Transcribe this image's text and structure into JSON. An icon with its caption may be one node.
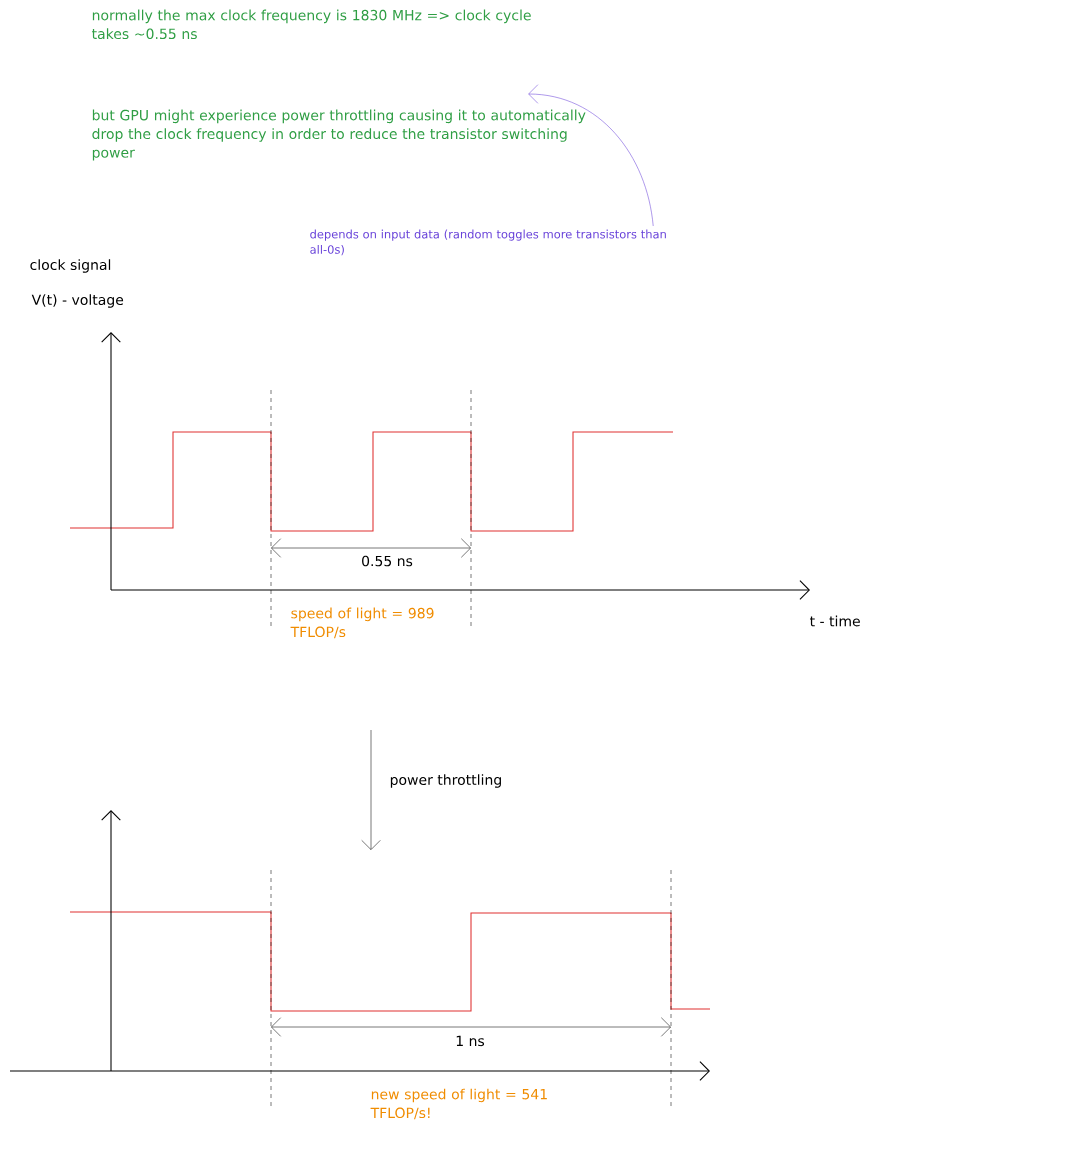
{
  "diagram": {
    "nodes": [
      {
        "text": [
          "but GPU might experience power throttling causing it to automatically drop the clock frequency in order to reduce the transistor switching power"
        ]
      },
      {
        "text": [
          "depends on input data (random toggles more transistors than all-0s)"
        ]
      }
    ],
    "edges": [
      {
        "from": 1,
        "to": 0,
        "arrow": "to"
      }
    ],
    "labels": [
      "normally the max clock frequency is 1830 MHz => clock cycle takes ~0.55 ns",
      "clock signal",
      "V(t) - voltage",
      "0.55 ns",
      "speed of light = 989 TFLOP/s",
      "t - time",
      "power throttling",
      "1 ns",
      "new speed of light = 541 TFLOP/s!"
    ]
  }
}
